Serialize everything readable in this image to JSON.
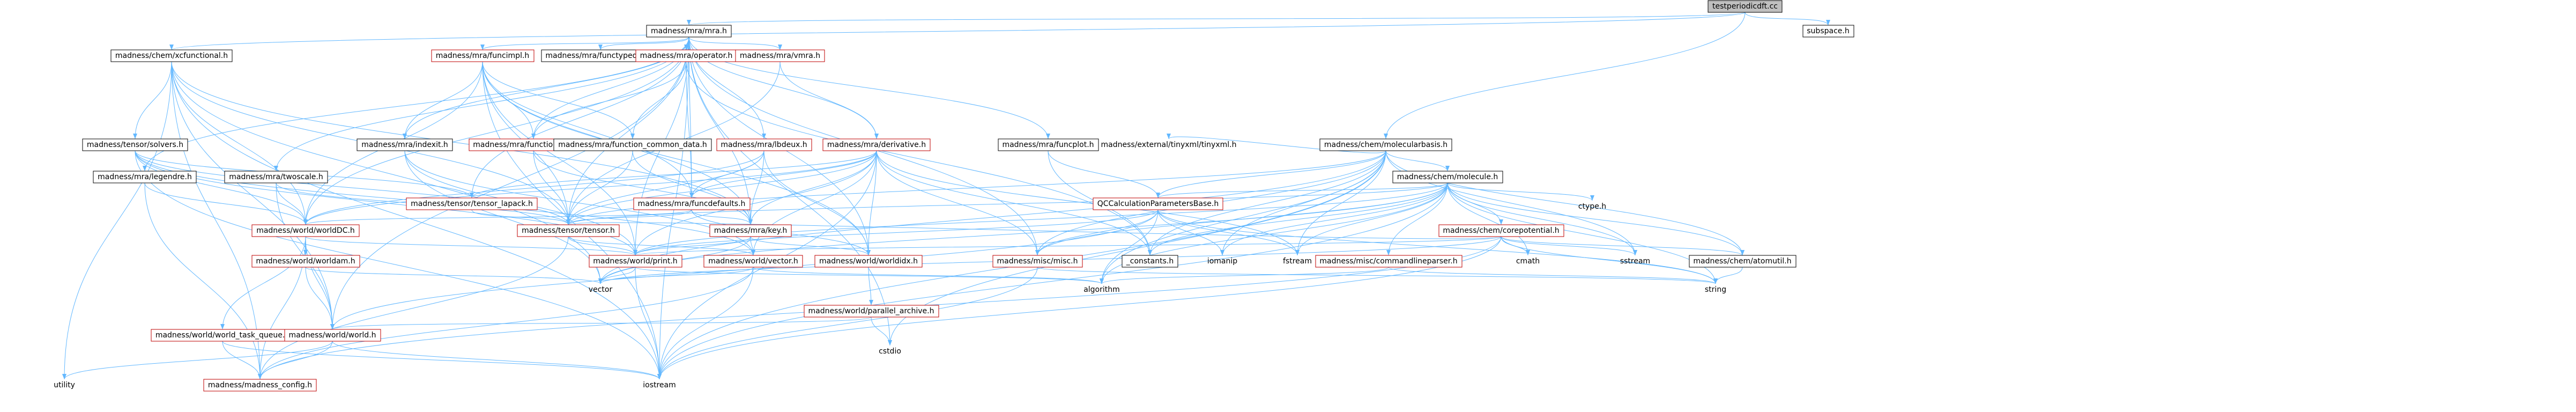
{
  "title": "",
  "nodes": [
    {
      "id": "root",
      "label": "testperiodicdft.cc",
      "style": "root"
    },
    {
      "id": "mra",
      "label": "madness/mra/mra.h",
      "style": "black"
    },
    {
      "id": "subspace",
      "label": "subspace.h",
      "style": "black"
    },
    {
      "id": "functional",
      "label": "madness/chem/xcfunctional.h",
      "style": "black"
    },
    {
      "id": "funcimpl",
      "label": "madness/mra/funcimpl.h",
      "style": "red"
    },
    {
      "id": "functypedefs",
      "label": "madness/mra/functypedefs.h",
      "style": "black"
    },
    {
      "id": "operator",
      "label": "madness/mra/operator.h",
      "style": "red"
    },
    {
      "id": "vmra",
      "label": "madness/mra/vmra.h",
      "style": "red"
    },
    {
      "id": "molbasis",
      "label": "madness/chem/molecularbasis.h",
      "style": "black"
    },
    {
      "id": "solvers",
      "label": "madness/tensor/solvers.h",
      "style": "black"
    },
    {
      "id": "indexit",
      "label": "madness/mra/indexit.h",
      "style": "black"
    },
    {
      "id": "funcfactory",
      "label": "madness/mra/function_factory.h",
      "style": "red"
    },
    {
      "id": "funccommon",
      "label": "madness/mra/function_common_data.h",
      "style": "black"
    },
    {
      "id": "lbdeux",
      "label": "madness/mra/lbdeux.h",
      "style": "red"
    },
    {
      "id": "derivative",
      "label": "madness/mra/derivative.h",
      "style": "red"
    },
    {
      "id": "funcplot",
      "label": "madness/mra/funcplot.h",
      "style": "black"
    },
    {
      "id": "tinyxml",
      "label": "madness/external/tinyxml/tinyxml.h",
      "style": "nobox"
    },
    {
      "id": "molecule",
      "label": "madness/chem/molecule.h",
      "style": "black"
    },
    {
      "id": "legendre",
      "label": "madness/mra/legendre.h",
      "style": "black"
    },
    {
      "id": "twoscale",
      "label": "madness/mra/twoscale.h",
      "style": "black"
    },
    {
      "id": "lapack",
      "label": "madness/tensor/tensor_lapack.h",
      "style": "red"
    },
    {
      "id": "funcdefaults",
      "label": "madness/mra/funcdefaults.h",
      "style": "red"
    },
    {
      "id": "qccalc",
      "label": "QCCalculationParametersBase.h",
      "style": "red"
    },
    {
      "id": "ctype",
      "label": "ctype.h",
      "style": "nobox"
    },
    {
      "id": "worlddc",
      "label": "madness/world/worldDC.h",
      "style": "red"
    },
    {
      "id": "tensor",
      "label": "madness/tensor/tensor.h",
      "style": "red"
    },
    {
      "id": "key",
      "label": "madness/mra/key.h",
      "style": "red"
    },
    {
      "id": "corepotential",
      "label": "madness/chem/corepotential.h",
      "style": "red"
    },
    {
      "id": "worldam",
      "label": "madness/world/worldam.h",
      "style": "red"
    },
    {
      "id": "worldprint",
      "label": "madness/world/print.h",
      "style": "red"
    },
    {
      "id": "worldvector",
      "label": "madness/world/vector.h",
      "style": "red"
    },
    {
      "id": "worldidx",
      "label": "madness/world/worldidx.h",
      "style": "red"
    },
    {
      "id": "misc",
      "label": "madness/misc/misc.h",
      "style": "red"
    },
    {
      "id": "constants",
      "label": "_constants.h",
      "style": "black"
    },
    {
      "id": "iomanip",
      "label": "iomanip",
      "style": "nobox"
    },
    {
      "id": "fstream",
      "label": "fstream",
      "style": "nobox"
    },
    {
      "id": "cmdparser",
      "label": "madness/misc/commandlineparser.h",
      "style": "red"
    },
    {
      "id": "cmath",
      "label": "cmath",
      "style": "nobox"
    },
    {
      "id": "sstream",
      "label": "sstream",
      "style": "nobox"
    },
    {
      "id": "atomutil",
      "label": "madness/chem/atomutil.h",
      "style": "black"
    },
    {
      "id": "vector",
      "label": "vector",
      "style": "nobox"
    },
    {
      "id": "algorithm",
      "label": "algorithm",
      "style": "nobox"
    },
    {
      "id": "string",
      "label": "string",
      "style": "nobox"
    },
    {
      "id": "parallelarchive",
      "label": "madness/world/parallel_archive.h",
      "style": "red"
    },
    {
      "id": "taskqueue",
      "label": "madness/world/world_task_queue.h",
      "style": "red"
    },
    {
      "id": "world",
      "label": "madness/world/world.h",
      "style": "red"
    },
    {
      "id": "cstdio",
      "label": "cstdio",
      "style": "nobox"
    },
    {
      "id": "utility",
      "label": "utility",
      "style": "nobox"
    },
    {
      "id": "config",
      "label": "madness/madness_config.h",
      "style": "red"
    },
    {
      "id": "iostream",
      "label": "iostream",
      "style": "nobox"
    }
  ],
  "edges": [
    [
      "root",
      "mra"
    ],
    [
      "root",
      "subspace"
    ],
    [
      "root",
      "functional"
    ],
    [
      "root",
      "molbasis"
    ],
    [
      "mra",
      "funcimpl"
    ],
    [
      "mra",
      "functypedefs"
    ],
    [
      "mra",
      "operator"
    ],
    [
      "mra",
      "vmra"
    ],
    [
      "mra",
      "indexit"
    ],
    [
      "mra",
      "funcfactory"
    ],
    [
      "mra",
      "lbdeux"
    ],
    [
      "mra",
      "derivative"
    ],
    [
      "mra",
      "funcplot"
    ],
    [
      "mra",
      "legendre"
    ],
    [
      "mra",
      "twoscale"
    ],
    [
      "mra",
      "funcdefaults"
    ],
    [
      "mra",
      "key"
    ],
    [
      "mra",
      "worlddc"
    ],
    [
      "mra",
      "tensor"
    ],
    [
      "mra",
      "misc"
    ],
    [
      "mra",
      "cstdio"
    ],
    [
      "mra",
      "iostream"
    ],
    [
      "mra",
      "worldprint"
    ],
    [
      "mra",
      "worldidx"
    ],
    [
      "mra",
      "world"
    ],
    [
      "mra",
      "lapack"
    ],
    [
      "functional",
      "solvers"
    ],
    [
      "functional",
      "vector"
    ],
    [
      "functional",
      "utility"
    ],
    [
      "functional",
      "tensor"
    ],
    [
      "functional",
      "worlddc"
    ],
    [
      "functional",
      "key"
    ],
    [
      "functional",
      "config"
    ],
    [
      "functional",
      "iostream"
    ],
    [
      "functional",
      "world"
    ],
    [
      "funcimpl",
      "funcfactory"
    ],
    [
      "funcimpl",
      "funccommon"
    ],
    [
      "funcimpl",
      "indexit"
    ],
    [
      "funcimpl",
      "funcdefaults"
    ],
    [
      "funcimpl",
      "key"
    ],
    [
      "funcimpl",
      "worlddc"
    ],
    [
      "funcimpl",
      "tensor"
    ],
    [
      "funcimpl",
      "iostream"
    ],
    [
      "funcimpl",
      "worldprint"
    ],
    [
      "funcimpl",
      "worldidx"
    ],
    [
      "operator",
      "funcfactory"
    ],
    [
      "operator",
      "funccommon"
    ],
    [
      "operator",
      "constants"
    ],
    [
      "operator",
      "funcdefaults"
    ],
    [
      "vmra",
      "derivative"
    ],
    [
      "vmra",
      "tensor"
    ],
    [
      "molbasis",
      "molecule"
    ],
    [
      "molbasis",
      "tinyxml"
    ],
    [
      "molbasis",
      "qccalc"
    ],
    [
      "molbasis",
      "tensor"
    ],
    [
      "molbasis",
      "misc"
    ],
    [
      "molbasis",
      "atomutil"
    ],
    [
      "molbasis",
      "vector"
    ],
    [
      "molbasis",
      "iomanip"
    ],
    [
      "molbasis",
      "fstream"
    ],
    [
      "molbasis",
      "sstream"
    ],
    [
      "molbasis",
      "algorithm"
    ],
    [
      "molbasis",
      "iostream"
    ],
    [
      "molbasis",
      "cstdio"
    ],
    [
      "molbasis",
      "constants"
    ],
    [
      "solvers",
      "lapack"
    ],
    [
      "solvers",
      "tensor"
    ],
    [
      "solvers",
      "worldprint"
    ],
    [
      "solvers",
      "iostream"
    ],
    [
      "solvers",
      "worldvector"
    ],
    [
      "solvers",
      "worlddc"
    ],
    [
      "indexit",
      "vector"
    ],
    [
      "indexit",
      "worldprint"
    ],
    [
      "indexit",
      "worldvector"
    ],
    [
      "funcfactory",
      "tensor"
    ],
    [
      "funcfactory",
      "key"
    ],
    [
      "funccommon",
      "tensor"
    ],
    [
      "funccommon",
      "key"
    ],
    [
      "lbdeux",
      "funcdefaults"
    ],
    [
      "lbdeux",
      "worlddc"
    ],
    [
      "lbdeux",
      "tensor"
    ],
    [
      "lbdeux",
      "key"
    ],
    [
      "lbdeux",
      "worldidx"
    ],
    [
      "derivative",
      "funcdefaults"
    ],
    [
      "derivative",
      "key"
    ],
    [
      "derivative",
      "worlddc"
    ],
    [
      "derivative",
      "tensor"
    ],
    [
      "derivative",
      "worldprint"
    ],
    [
      "derivative",
      "worldvector"
    ],
    [
      "derivative",
      "worldidx"
    ],
    [
      "derivative",
      "misc"
    ],
    [
      "derivative",
      "constants"
    ],
    [
      "derivative",
      "iostream"
    ],
    [
      "derivative",
      "fstream"
    ],
    [
      "derivative",
      "lapack"
    ],
    [
      "funcplot",
      "constants"
    ],
    [
      "funcplot",
      "qccalc"
    ],
    [
      "molecule",
      "corepotential"
    ],
    [
      "molecule",
      "atomutil"
    ],
    [
      "molecule",
      "qccalc"
    ],
    [
      "molecule",
      "tensor"
    ],
    [
      "molecule",
      "misc"
    ],
    [
      "molecule",
      "cmdparser"
    ],
    [
      "molecule",
      "ctype"
    ],
    [
      "molecule",
      "cmath"
    ],
    [
      "molecule",
      "sstream"
    ],
    [
      "molecule",
      "string"
    ],
    [
      "molecule",
      "vector"
    ],
    [
      "molecule",
      "algorithm"
    ],
    [
      "molecule",
      "iostream"
    ],
    [
      "molecule",
      "constants"
    ],
    [
      "molecule",
      "worldprint"
    ],
    [
      "molecule",
      "iomanip"
    ],
    [
      "molecule",
      "fstream"
    ],
    [
      "legendre",
      "worlddc"
    ],
    [
      "legendre",
      "config"
    ],
    [
      "twoscale",
      "tensor"
    ],
    [
      "twoscale",
      "worlddc"
    ],
    [
      "twoscale",
      "world"
    ],
    [
      "lapack",
      "tensor"
    ],
    [
      "funcdefaults",
      "key"
    ],
    [
      "funcdefaults",
      "tensor"
    ],
    [
      "funcdefaults",
      "worlddc"
    ],
    [
      "funcdefaults",
      "worldidx"
    ],
    [
      "qccalc",
      "misc"
    ],
    [
      "qccalc",
      "string"
    ],
    [
      "qccalc",
      "worldprint"
    ],
    [
      "qccalc",
      "algorithm"
    ],
    [
      "qccalc",
      "iomanip"
    ],
    [
      "qccalc",
      "fstream"
    ],
    [
      "qccalc",
      "world"
    ],
    [
      "worlddc",
      "worldam"
    ],
    [
      "worlddc",
      "taskqueue"
    ],
    [
      "worlddc",
      "world"
    ],
    [
      "worlddc",
      "config"
    ],
    [
      "worlddc",
      "worldprint"
    ],
    [
      "tensor",
      "worldprint"
    ],
    [
      "tensor",
      "worldvector"
    ],
    [
      "tensor",
      "config"
    ],
    [
      "key",
      "worldvector"
    ],
    [
      "key",
      "vector"
    ],
    [
      "key",
      "worldidx"
    ],
    [
      "key",
      "worldprint"
    ],
    [
      "corepotential",
      "atomutil"
    ],
    [
      "corepotential",
      "tensor"
    ],
    [
      "corepotential",
      "worldprint"
    ],
    [
      "corepotential",
      "string"
    ],
    [
      "corepotential",
      "vector"
    ],
    [
      "corepotential",
      "cmath"
    ],
    [
      "corepotential",
      "sstream"
    ],
    [
      "corepotential",
      "iostream"
    ],
    [
      "corepotential",
      "config"
    ],
    [
      "worldam",
      "world"
    ],
    [
      "worldam",
      "vector"
    ],
    [
      "worldprint",
      "vector"
    ],
    [
      "worldprint",
      "iostream"
    ],
    [
      "worldprint",
      "algorithm"
    ],
    [
      "worldvector",
      "vector"
    ],
    [
      "worldvector",
      "iostream"
    ],
    [
      "worldvector",
      "config"
    ],
    [
      "worldvector",
      "algorithm"
    ],
    [
      "worldidx",
      "parallelarchive"
    ],
    [
      "misc",
      "string"
    ],
    [
      "misc",
      "iostream"
    ],
    [
      "cmdparser",
      "string"
    ],
    [
      "cmdparser",
      "algorithm"
    ],
    [
      "atomutil",
      "string"
    ],
    [
      "parallelarchive",
      "world"
    ],
    [
      "parallelarchive",
      "cstdio"
    ],
    [
      "taskqueue",
      "config"
    ],
    [
      "taskqueue",
      "iostream"
    ],
    [
      "world",
      "config"
    ],
    [
      "world",
      "iostream"
    ],
    [
      "world",
      "utility"
    ]
  ]
}
